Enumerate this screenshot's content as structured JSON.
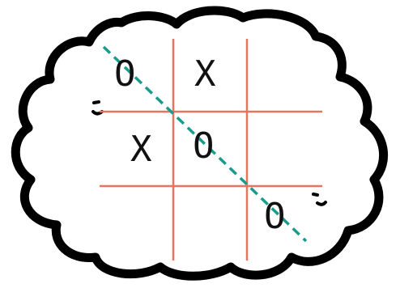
{
  "board": {
    "cells": [
      [
        "O",
        "X",
        ""
      ],
      [
        "X",
        "O",
        ""
      ],
      [
        "",
        "",
        "O"
      ]
    ],
    "win_line": "main-diagonal"
  },
  "colors": {
    "outline": "#000000",
    "background": "#ffffff",
    "grid_lines": "#e8735f",
    "win_line": "#1a9b8c",
    "marks": "#111111"
  }
}
